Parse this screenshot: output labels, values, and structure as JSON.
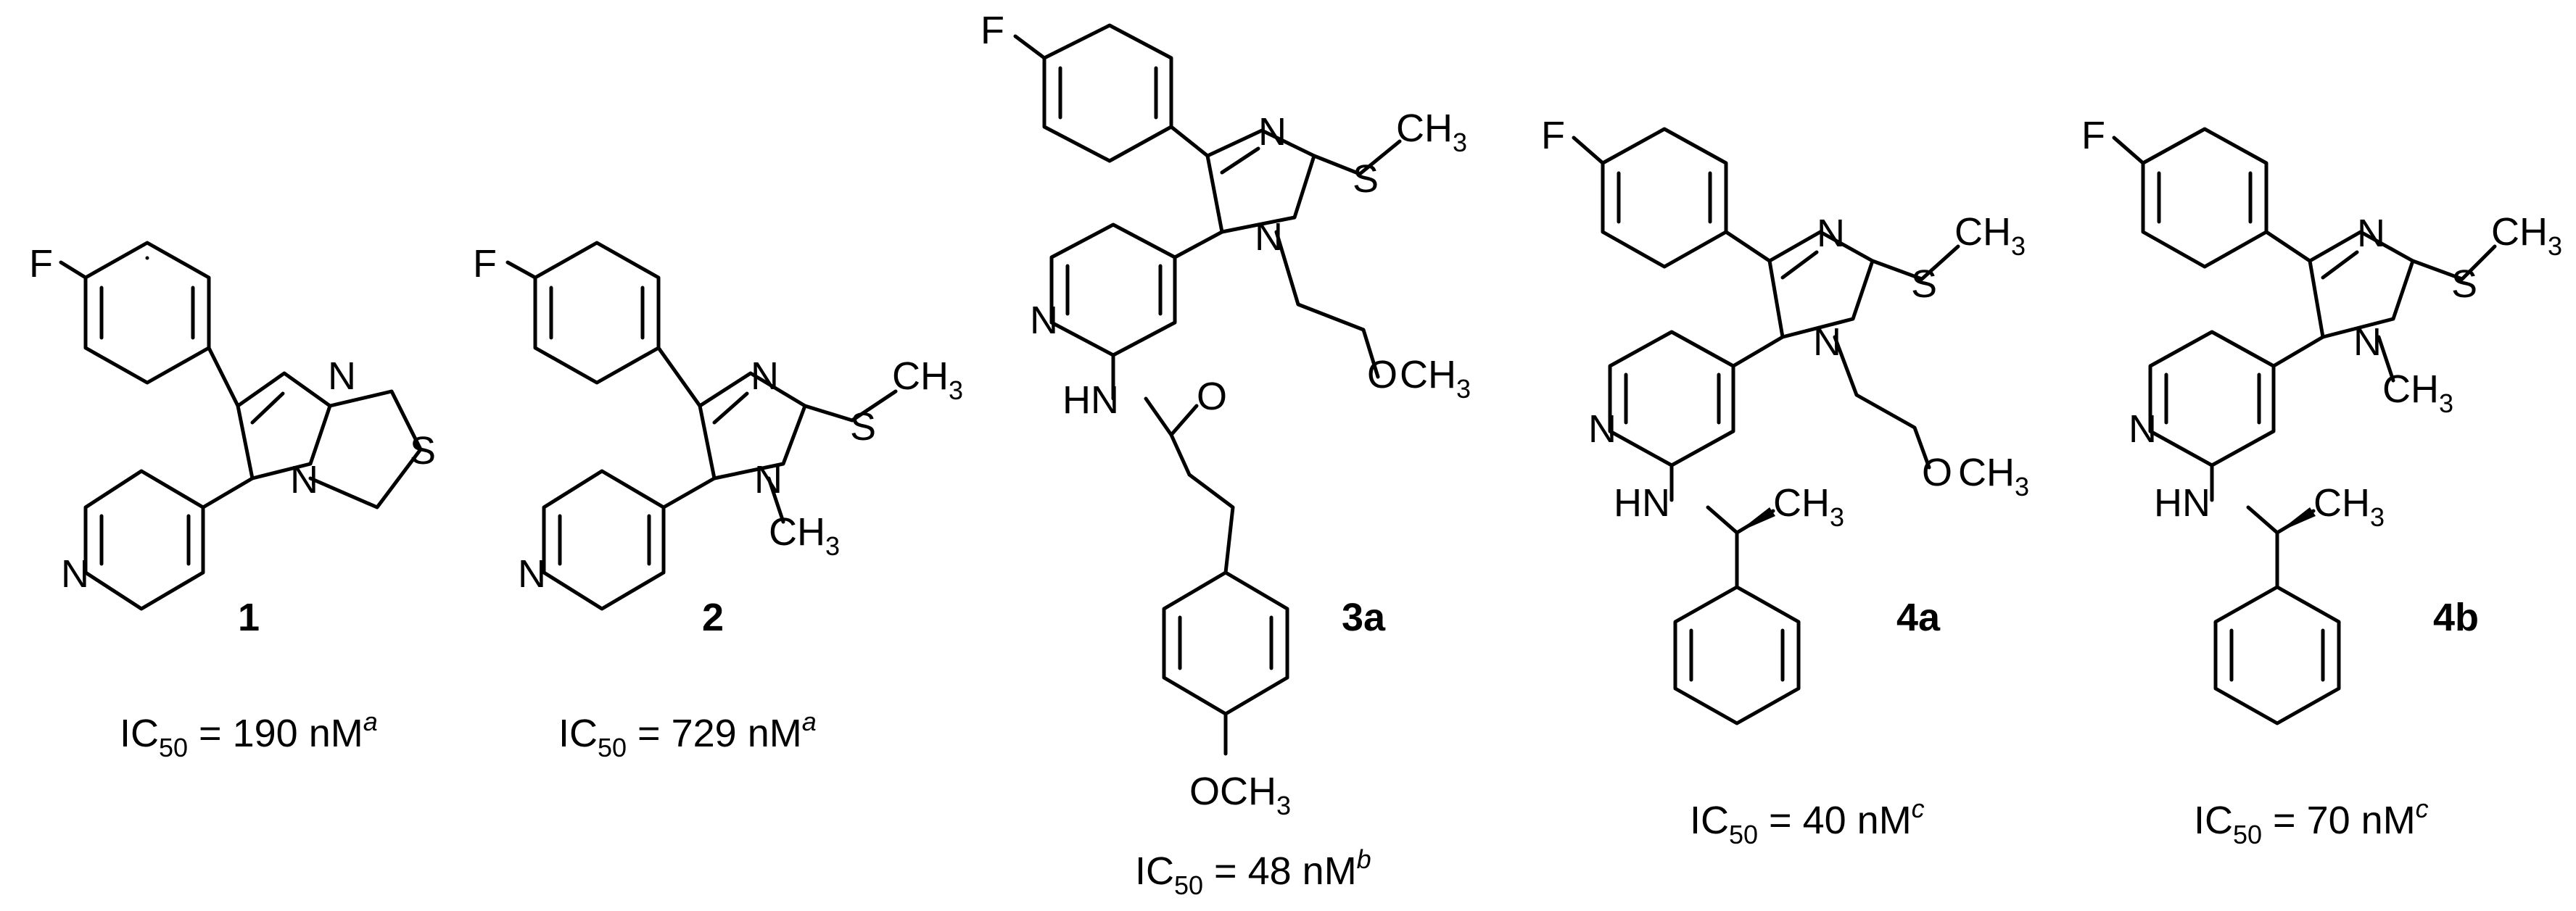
{
  "compounds": [
    {
      "id": "1",
      "ic50": {
        "prefix": "IC",
        "sub": "50",
        "value": " = 190 nM",
        "note": "a"
      }
    },
    {
      "id": "2",
      "ic50": {
        "prefix": "IC",
        "sub": "50",
        "value": " = 729 nM",
        "note": "a"
      }
    },
    {
      "id": "3a",
      "ic50": {
        "prefix": "IC",
        "sub": "50",
        "value": " = 48 nM",
        "note": "b"
      }
    },
    {
      "id": "4a",
      "ic50": {
        "prefix": "IC",
        "sub": "50",
        "value": " = 40 nM",
        "note": "c"
      }
    },
    {
      "id": "4b",
      "ic50": {
        "prefix": "IC",
        "sub": "50",
        "value": " = 70 nM",
        "note": "c"
      }
    }
  ],
  "atoms": {
    "F": "F",
    "N": "N",
    "S": "S",
    "HN": "HN",
    "O": "O",
    "CH": "CH",
    "three": "3",
    "OCH": "OCH",
    "O_CH": "O",
    "dash_CH": "CH"
  }
}
